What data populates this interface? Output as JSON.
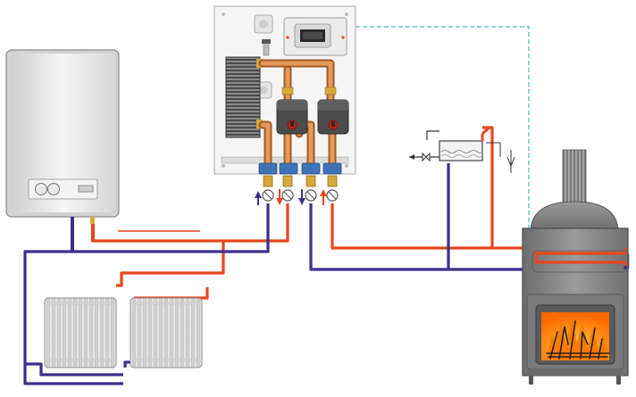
{
  "colors": {
    "hot": "#e8461e",
    "cold": "#3c2f8e",
    "signal": "#6fc9c6",
    "copper": "#c9783a",
    "brass": "#d7a93a",
    "frame": "#f4f4f4",
    "boiler_body": "#eeeeee",
    "stove_body": "#8a8a8a",
    "pump_body": "#4b4b4b",
    "coupling": "#3f73b8",
    "radiator": "#d9d9d9"
  },
  "components": [
    {
      "id": "boiler",
      "name": "wall-boiler",
      "icon": "boiler-icon"
    },
    {
      "id": "module",
      "name": "hydraulic-module",
      "icon": "distribution-module-icon"
    },
    {
      "id": "controller",
      "name": "control-box",
      "icon": "controller-icon"
    },
    {
      "id": "heat_exchanger",
      "name": "plate-heat-exchanger",
      "icon": "plate-exchanger-icon"
    },
    {
      "id": "pump_left",
      "name": "circulation-pump-left",
      "icon": "pump-icon"
    },
    {
      "id": "pump_right",
      "name": "circulation-pump-right",
      "icon": "pump-icon"
    },
    {
      "id": "expansion_tank",
      "name": "open-expansion-tank",
      "icon": "tank-icon"
    },
    {
      "id": "stove",
      "name": "wood-stove",
      "icon": "stove-icon"
    },
    {
      "id": "chimney",
      "name": "stove-chimney",
      "icon": "chimney-icon"
    },
    {
      "id": "fire",
      "name": "stove-fire",
      "icon": "flame-icon"
    },
    {
      "id": "radiator_left",
      "name": "radiator-left",
      "icon": "radiator-icon"
    },
    {
      "id": "radiator_right",
      "name": "radiator-right",
      "icon": "radiator-icon"
    },
    {
      "id": "valve",
      "name": "fill-valve",
      "icon": "valve-icon"
    }
  ],
  "flow_arrows": [
    {
      "name": "flow-arrow-up-cold",
      "direction": "up",
      "color": "cold"
    },
    {
      "name": "flow-arrow-down-hot",
      "direction": "down",
      "color": "hot"
    },
    {
      "name": "flow-arrow-down-cold",
      "direction": "down",
      "color": "cold"
    },
    {
      "name": "flow-arrow-up-hot",
      "direction": "up",
      "color": "hot"
    }
  ]
}
